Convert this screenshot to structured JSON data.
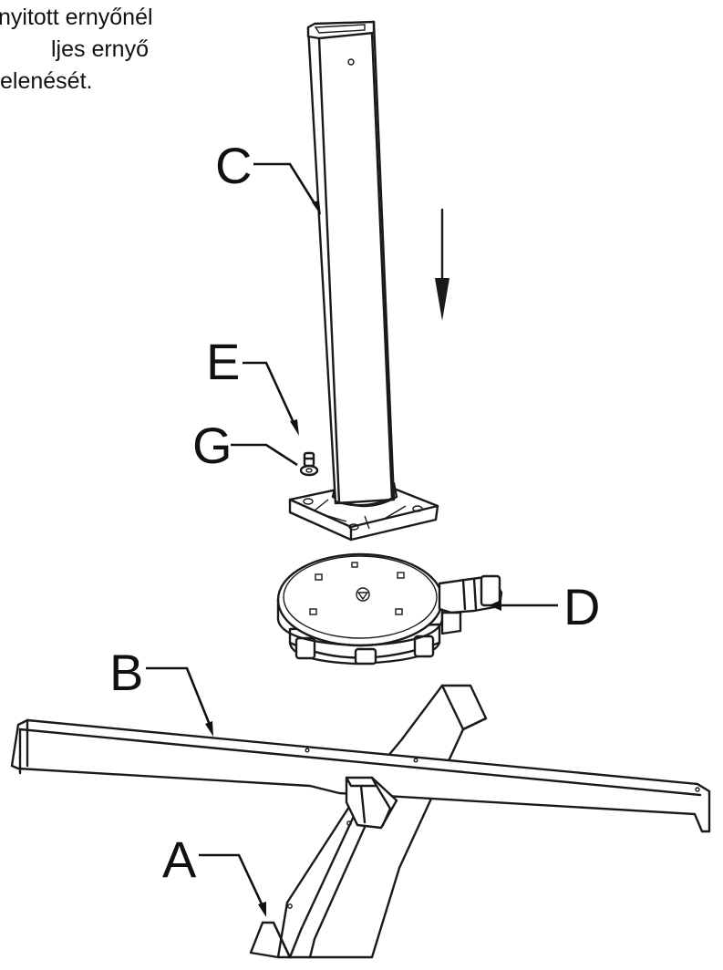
{
  "intro_lines": [
    "nyitott ernyőnél",
    "ljes ernyő",
    "elenését."
  ],
  "callouts": {
    "A": "A",
    "B": "B",
    "C": "C",
    "D": "D",
    "E": "E",
    "G": "G"
  },
  "colors": {
    "ink": "#1a1a1a",
    "paper": "#ffffff"
  },
  "icons": {
    "direction": "down-arrow-icon"
  }
}
